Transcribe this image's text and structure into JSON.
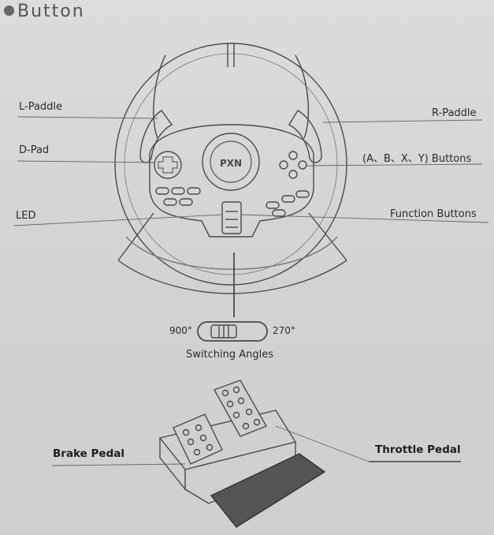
{
  "title": "Button",
  "labels": {
    "l_paddle": "L-Paddle",
    "r_paddle": "R-Paddle",
    "dpad": "D-Pad",
    "abxy": "(A、B、X、Y) Buttons",
    "led": "LED",
    "function_buttons": "Function Buttons",
    "angle_left": "900°",
    "angle_right": "270°",
    "switching_angles": "Switching Angles",
    "brake_pedal": "Brake Pedal",
    "throttle_pedal": "Throttle Pedal",
    "logo": "PXN"
  }
}
